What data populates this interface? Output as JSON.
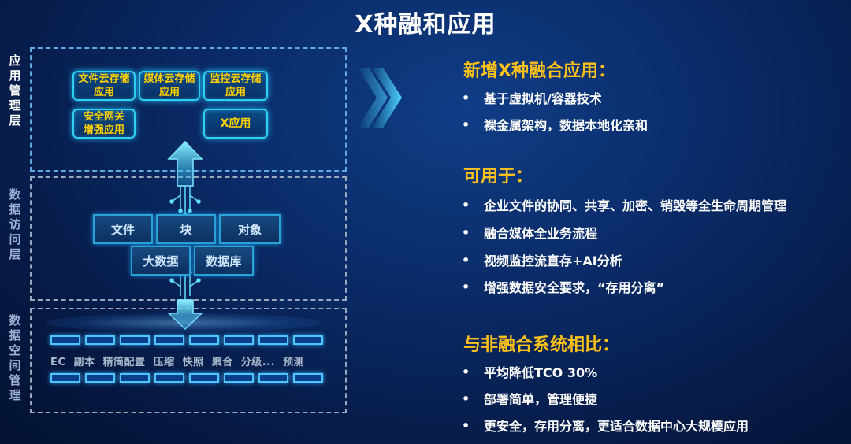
{
  "title": "X种融和应用",
  "layers": {
    "app": "应用管理层",
    "access": "数据访问层",
    "space": "数据空间管理"
  },
  "apps": [
    "文件云存储\n应用",
    "媒体云存储\n应用",
    "监控云存储\n应用",
    "安全网关\n增强应用",
    "X应用"
  ],
  "access": [
    "文件",
    "块",
    "对象",
    "大数据",
    "数据库"
  ],
  "storage_features": "EC  副本  精简配置  压缩  快照  聚合  分级...  预测",
  "sections": [
    {
      "heading": "新增X种融合应用：",
      "bullets": [
        "基于虚拟机/容器技术",
        "裸金属架构，数据本地化亲和"
      ]
    },
    {
      "heading": "可用于：",
      "bullets": [
        "企业文件的协同、共享、加密、销毁等全生命周期管理",
        "融合媒体全业务流程",
        "视频监控流直存+AI分析",
        "增强数据安全要求，“存用分离”"
      ]
    },
    {
      "heading": "与非融合系统相比：",
      "bullets": [
        "平均降低TCO 30%",
        "部署简单，管理便捷",
        "更安全，存用分离，更适合数据中心大规模应用"
      ]
    }
  ],
  "bullet_char": "•",
  "colors": {
    "heading": "#ffc21a",
    "app_text": "#ffd100",
    "glow": "#2fd0f0"
  }
}
